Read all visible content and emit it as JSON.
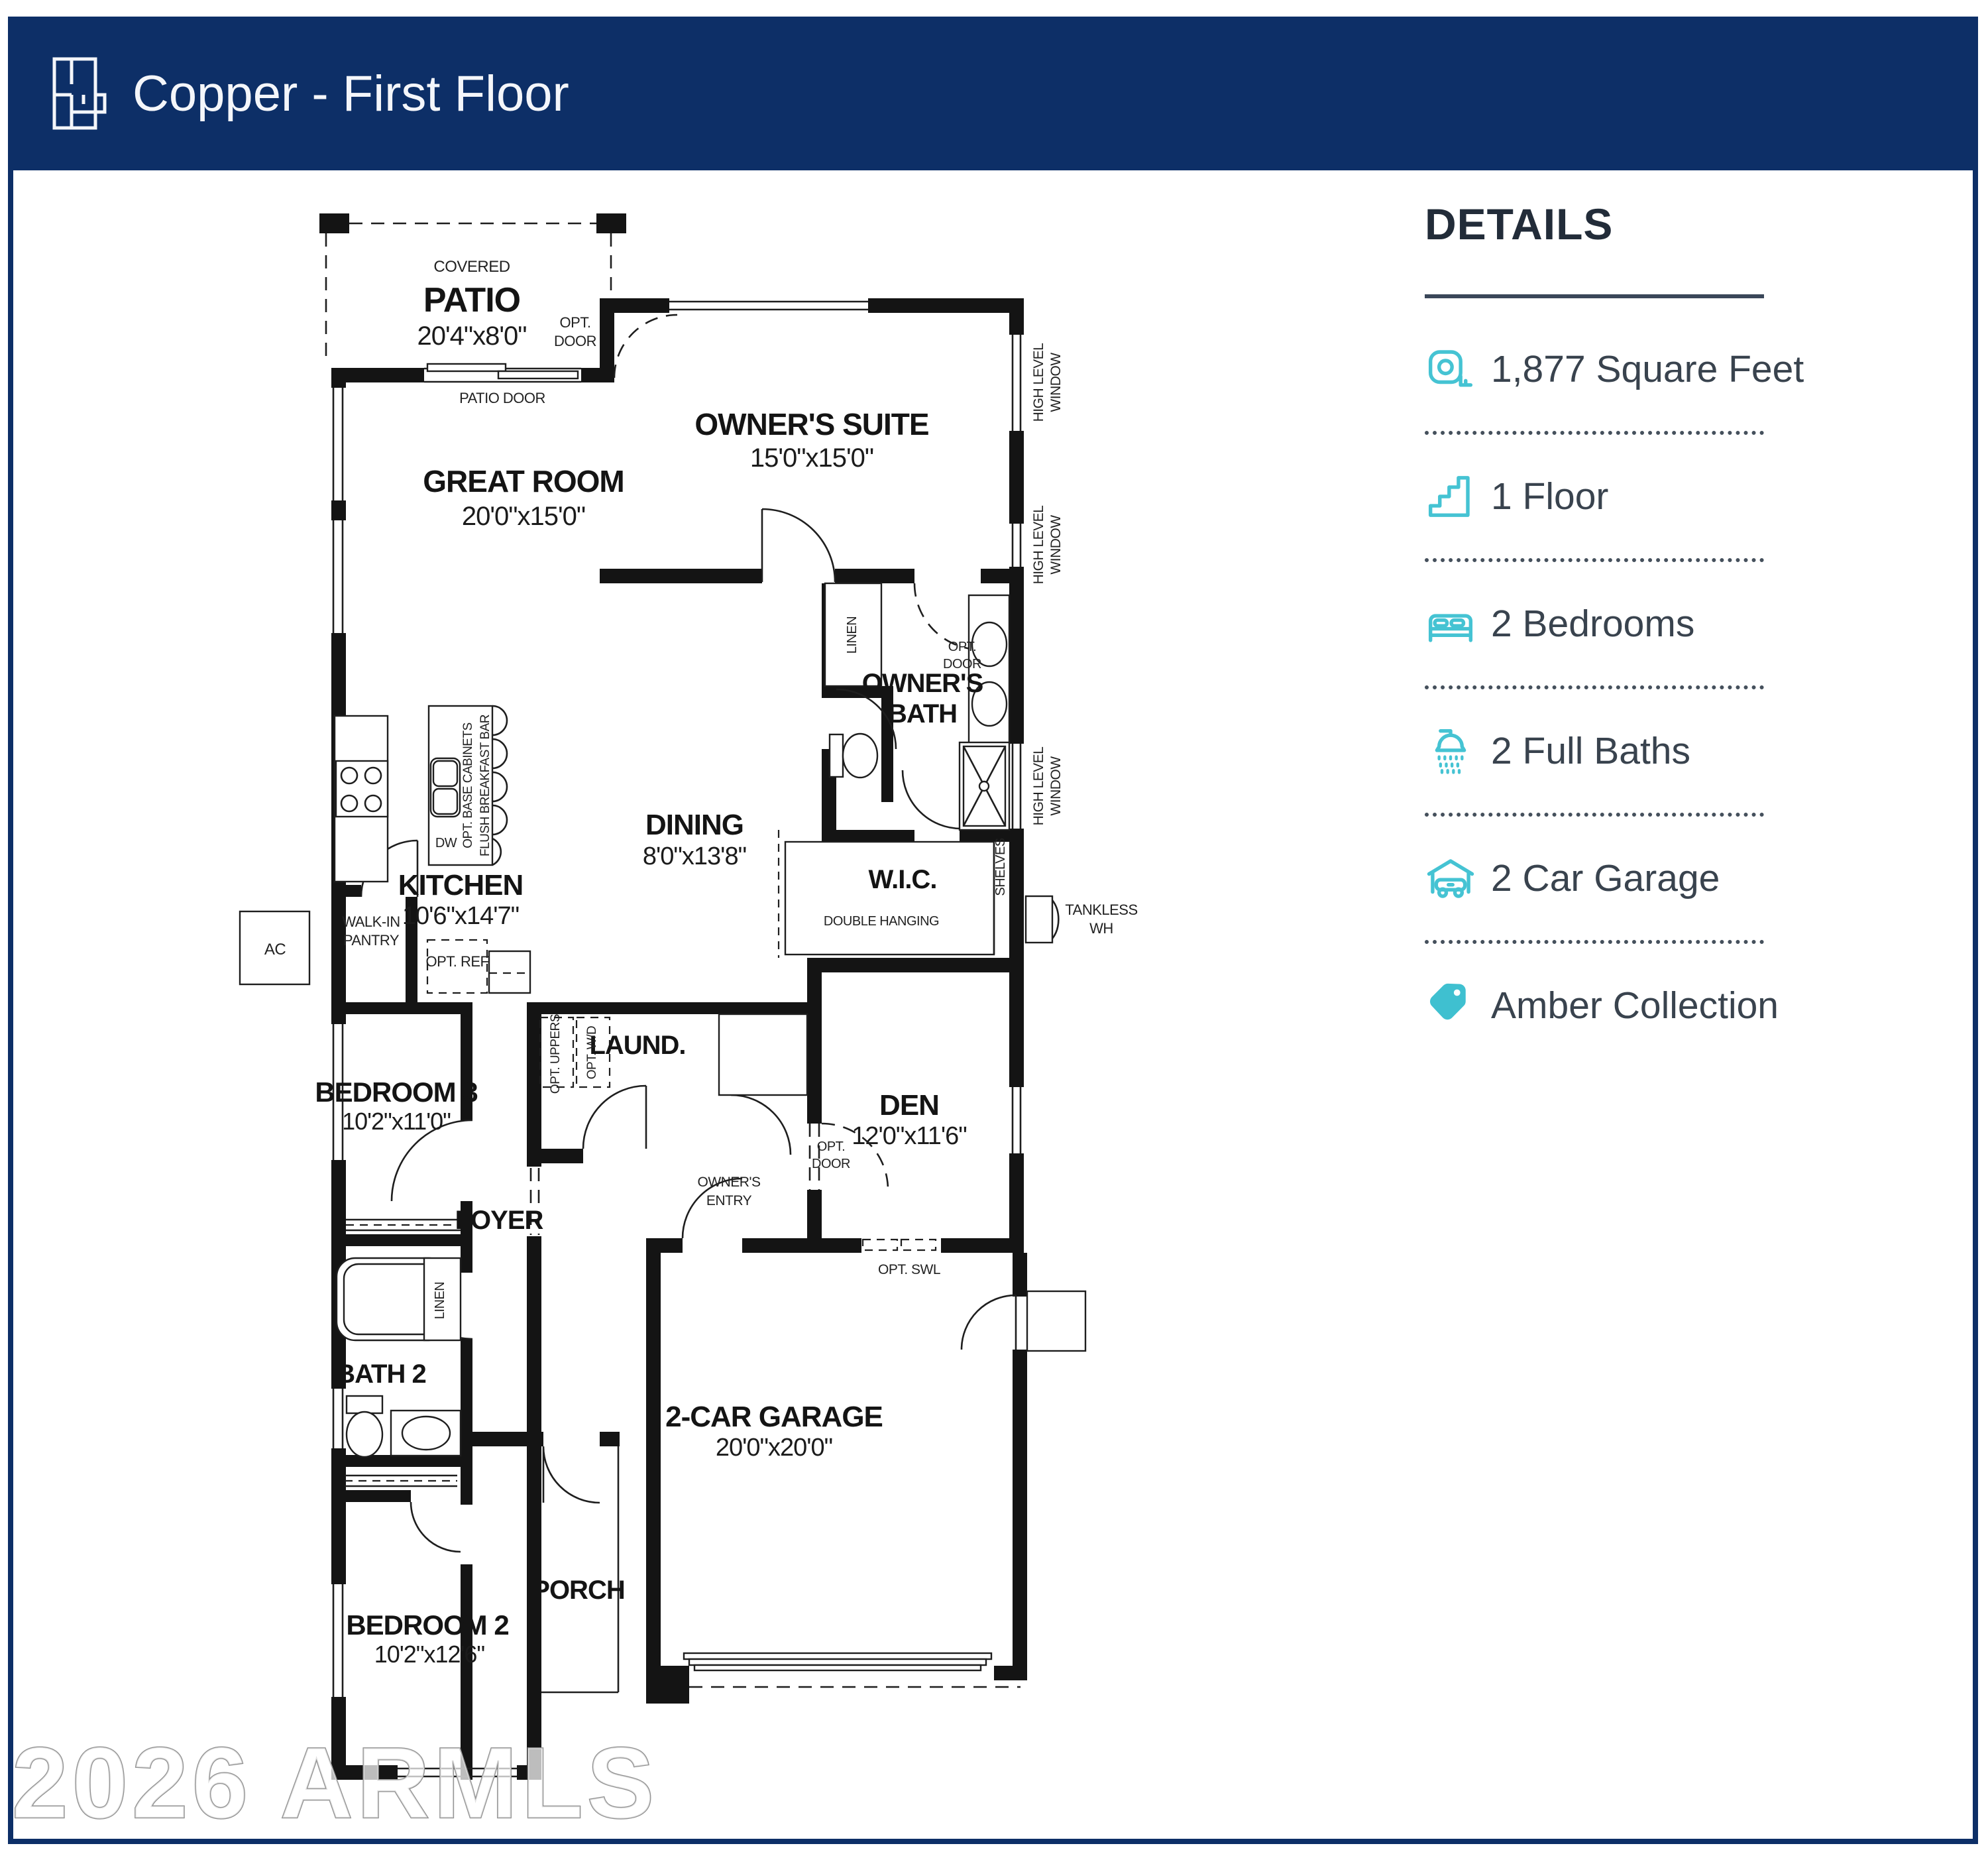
{
  "header": {
    "title": "Copper - First Floor"
  },
  "watermark": "2026 ARMLS",
  "details": {
    "heading": "DETAILS",
    "accent_color": "#45c3d3",
    "text_color": "#39434e",
    "items": [
      {
        "icon": "tape-measure-icon",
        "label": "1,877 Square Feet"
      },
      {
        "icon": "stairs-icon",
        "label": "1 Floor"
      },
      {
        "icon": "bed-icon",
        "label": "2 Bedrooms"
      },
      {
        "icon": "shower-icon",
        "label": "2 Full Baths"
      },
      {
        "icon": "car-garage-icon",
        "label": "2 Car Garage"
      },
      {
        "icon": "tag-icon",
        "label": "Amber Collection"
      }
    ]
  },
  "plan": {
    "patio": {
      "qualifier": "COVERED",
      "name": "PATIO",
      "dims": "20'4\"x8'0\""
    },
    "great_room": {
      "name": "GREAT ROOM",
      "dims": "20'0\"x15'0\""
    },
    "owners_suite": {
      "name": "OWNER'S SUITE",
      "dims": "15'0\"x15'0\""
    },
    "owners_bath": {
      "line1": "OWNER'S",
      "line2": "BATH"
    },
    "kitchen": {
      "name": "KITCHEN",
      "dims": "10'6\"x14'7\""
    },
    "dining": {
      "name": "DINING",
      "dims": "8'0\"x13'8\""
    },
    "wic": {
      "name": "W.I.C."
    },
    "bedroom3": {
      "name": "BEDROOM 3",
      "dims": "10'2\"x11'0\""
    },
    "laundry": {
      "name": "LAUND."
    },
    "den": {
      "name": "DEN",
      "dims": "12'0\"x11'6\""
    },
    "foyer": {
      "name": "FOYER"
    },
    "bath2": {
      "name": "BATH 2"
    },
    "bedroom2": {
      "name": "BEDROOM 2",
      "dims": "10'2\"x12'6\""
    },
    "porch": {
      "name": "PORCH"
    },
    "garage": {
      "name": "2-CAR GARAGE",
      "dims": "20'0\"x20'0\""
    },
    "labels": {
      "patio_door": "PATIO DOOR",
      "opt": "OPT.",
      "door": "DOOR",
      "high_level": "HIGH LEVEL",
      "window": "WINDOW",
      "linen": "LINEN",
      "shelves": "SHELVES",
      "double_hanging": "DOUBLE HANGING",
      "tankless": "TANKLESS",
      "wh": "WH",
      "walk_in": "WALK-IN",
      "pantry": "PANTRY",
      "opt_ref": "OPT. REF",
      "opt_base_cabinets": "OPT. BASE CABINETS",
      "flush_breakfast_bar": "FLUSH BREAKFAST BAR",
      "dw": "DW",
      "opt_uppers": "OPT. UPPERS",
      "opt_wd": "OPT. W/D",
      "owners": "OWNER'S",
      "entry": "ENTRY",
      "opt_swl": "OPT. SWL",
      "ac": "AC"
    }
  }
}
